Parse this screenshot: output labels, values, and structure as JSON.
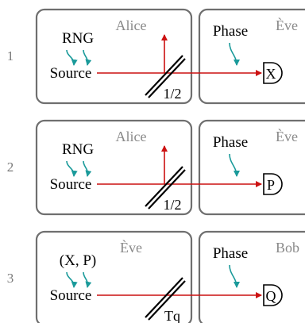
{
  "rows": [
    {
      "index": "1",
      "left_panel": {
        "label": "Alice",
        "top_text": "RNG",
        "source": "Source",
        "splitter_label": "1/2",
        "vertical_arrow": true
      },
      "right_panel": {
        "label": "Ève",
        "phase": "Phase",
        "detector": "X"
      }
    },
    {
      "index": "2",
      "left_panel": {
        "label": "Alice",
        "top_text": "RNG",
        "source": "Source",
        "splitter_label": "1/2",
        "vertical_arrow": true
      },
      "right_panel": {
        "label": "Ève",
        "phase": "Phase",
        "detector": "P"
      }
    },
    {
      "index": "3",
      "left_panel": {
        "label": "Ève",
        "top_text": "(X, P)",
        "source": "Source",
        "splitter_label": "Tq",
        "vertical_arrow": false
      },
      "right_panel": {
        "label": "Bob",
        "phase": "Phase",
        "detector": "Q"
      }
    }
  ],
  "colors": {
    "beam": "#cc1111",
    "curly_arrow": "#1a9a9a",
    "panel_border": "#6f6f6f",
    "party_label": "#8a8a8a",
    "row_index": "#7a7a7a"
  }
}
